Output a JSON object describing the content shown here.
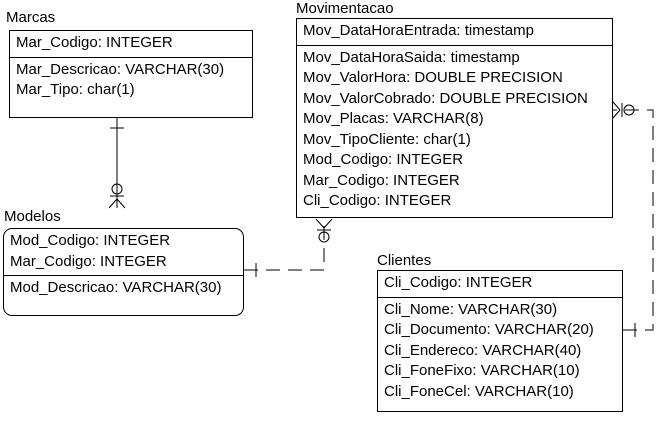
{
  "entities": {
    "marcas": {
      "title": "Marcas",
      "keys": [
        "Mar_Codigo: INTEGER"
      ],
      "attributes": [
        "Mar_Descricao: VARCHAR(30)",
        "Mar_Tipo: char(1)"
      ]
    },
    "movimentacao": {
      "title": "Movimentacao",
      "keys": [
        "Mov_DataHoraEntrada: timestamp"
      ],
      "attributes": [
        "Mov_DataHoraSaida: timestamp",
        "Mov_ValorHora: DOUBLE PRECISION",
        "Mov_ValorCobrado: DOUBLE PRECISION",
        "Mov_Placas: VARCHAR(8)",
        "Mov_TipoCliente: char(1)",
        "Mod_Codigo: INTEGER",
        "Mar_Codigo: INTEGER",
        "Cli_Codigo: INTEGER"
      ]
    },
    "modelos": {
      "title": "Modelos",
      "keys": [
        "Mod_Codigo: INTEGER",
        "Mar_Codigo: INTEGER"
      ],
      "attributes": [
        "Mod_Descricao: VARCHAR(30)"
      ]
    },
    "clientes": {
      "title": "Clientes",
      "keys": [
        "Cli_Codigo: INTEGER"
      ],
      "attributes": [
        "Cli_Nome: VARCHAR(30)",
        "Cli_Documento: VARCHAR(20)",
        "Cli_Endereco: VARCHAR(40)",
        "Cli_FoneFixo: VARCHAR(10)",
        "Cli_FoneCel: VARCHAR(10)"
      ]
    }
  }
}
